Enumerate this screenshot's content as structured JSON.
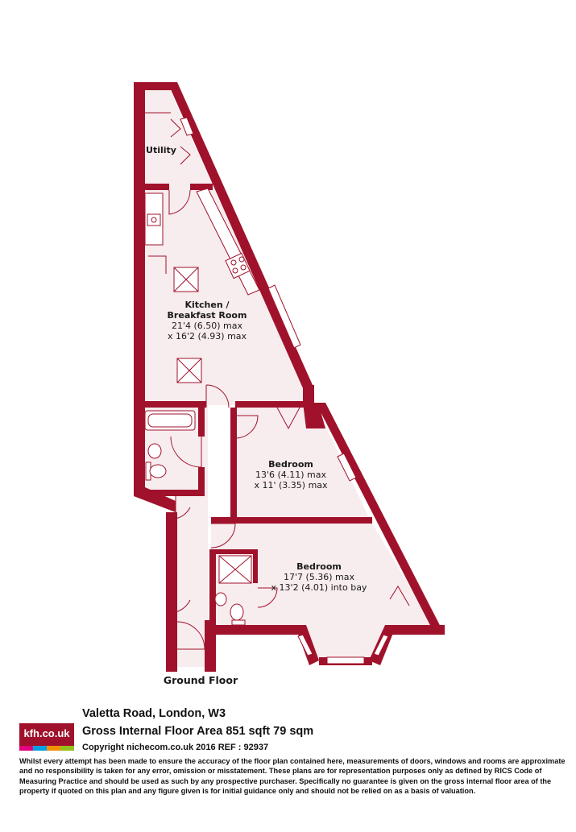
{
  "plan": {
    "floor_label": "Ground Floor",
    "wall_color": "#a0122b",
    "floor_fill": "#f7ecee",
    "rooms": [
      {
        "id": "utility",
        "name": "Utility"
      },
      {
        "id": "kitchen",
        "name_line1": "Kitchen /",
        "name_line2": "Breakfast Room",
        "dim1": "21'4 (6.50) max",
        "dim2": "x 16'2 (4.93) max"
      },
      {
        "id": "bedroom1",
        "name": "Bedroom",
        "dim1": "13'6 (4.11) max",
        "dim2": "x 11' (3.35) max"
      },
      {
        "id": "bedroom2",
        "name": "Bedroom",
        "dim1": "17'7 (5.36) max",
        "dim2": "x 13'2 (4.01) into bay"
      }
    ]
  },
  "footer": {
    "logo_text": "kfh.co.uk",
    "logo_strip_colors": [
      "#e4007c",
      "#009fe3",
      "#f39200",
      "#95c11f"
    ],
    "address": "Valetta Road, London, W3",
    "area": "Gross Internal Floor Area 851 sqft 79 sqm",
    "copyright": "Copyright nichecom.co.uk 2016 REF : 92937",
    "disclaimer": "Whilst every attempt has been made to ensure the accuracy of the floor plan contained here, measurements of doors, windows and rooms are approximate and no responsibility is taken for any error, omission or misstatement. These plans are for representation purposes only as defined by RICS Code of Measuring Practice and should be used as such by any prospective purchaser. Specifically no guarantee is given on the gross internal floor area of the property if quoted on this plan and any figure given is for initial guidance only and should not be relied on as a basis of valuation."
  }
}
